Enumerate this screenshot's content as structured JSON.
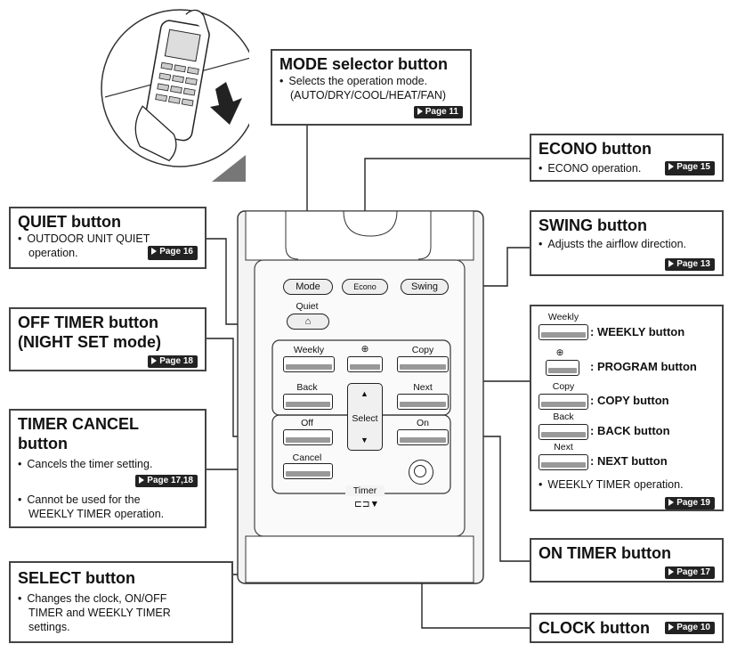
{
  "callouts": {
    "mode": {
      "title": "MODE selector button",
      "text1": "Selects the operation mode.",
      "text2": "(AUTO/DRY/COOL/HEAT/FAN)",
      "page": "Page 11"
    },
    "econo": {
      "title": "ECONO button",
      "text1": "ECONO operation.",
      "page": "Page 15"
    },
    "quiet": {
      "title": "QUIET button",
      "text1": "OUTDOOR UNIT QUIET",
      "text2": "operation.",
      "page": "Page 16"
    },
    "swing": {
      "title": "SWING button",
      "text1": "Adjusts the airflow direction.",
      "page": "Page 13"
    },
    "offtimer": {
      "title1": "OFF TIMER button",
      "title2": "(NIGHT SET mode)",
      "page": "Page 18"
    },
    "cancel": {
      "title1": "TIMER CANCEL",
      "title2": "button",
      "text1": "Cancels the timer setting.",
      "page": "Page 17,18",
      "text2": "Cannot be used for the",
      "text3": "WEEKLY TIMER operation."
    },
    "select": {
      "title": "SELECT button",
      "text1": "Changes the clock, ON/OFF",
      "text2": "TIMER and WEEKLY TIMER",
      "text3": "settings."
    },
    "weekly_group": {
      "weekly_small": "Weekly",
      "weekly": ": WEEKLY button",
      "program": ": PROGRAM button",
      "copy_small": "Copy",
      "copy": ": COPY button",
      "back_small": "Back",
      "back": ": BACK button",
      "next_small": "Next",
      "next": ": NEXT button",
      "text1": "WEEKLY TIMER operation.",
      "page": "Page 19"
    },
    "ontimer": {
      "title": "ON TIMER button",
      "page": "Page 17"
    },
    "clock": {
      "title": "CLOCK button",
      "page": "Page 10"
    }
  },
  "remote": {
    "mode": "Mode",
    "econo": "Econo",
    "swing": "Swing",
    "quiet": "Quiet",
    "weekly": "Weekly",
    "copy": "Copy",
    "back": "Back",
    "next": "Next",
    "select": "Select",
    "off": "Off",
    "on": "On",
    "cancel": "Cancel",
    "timer": "Timer"
  }
}
